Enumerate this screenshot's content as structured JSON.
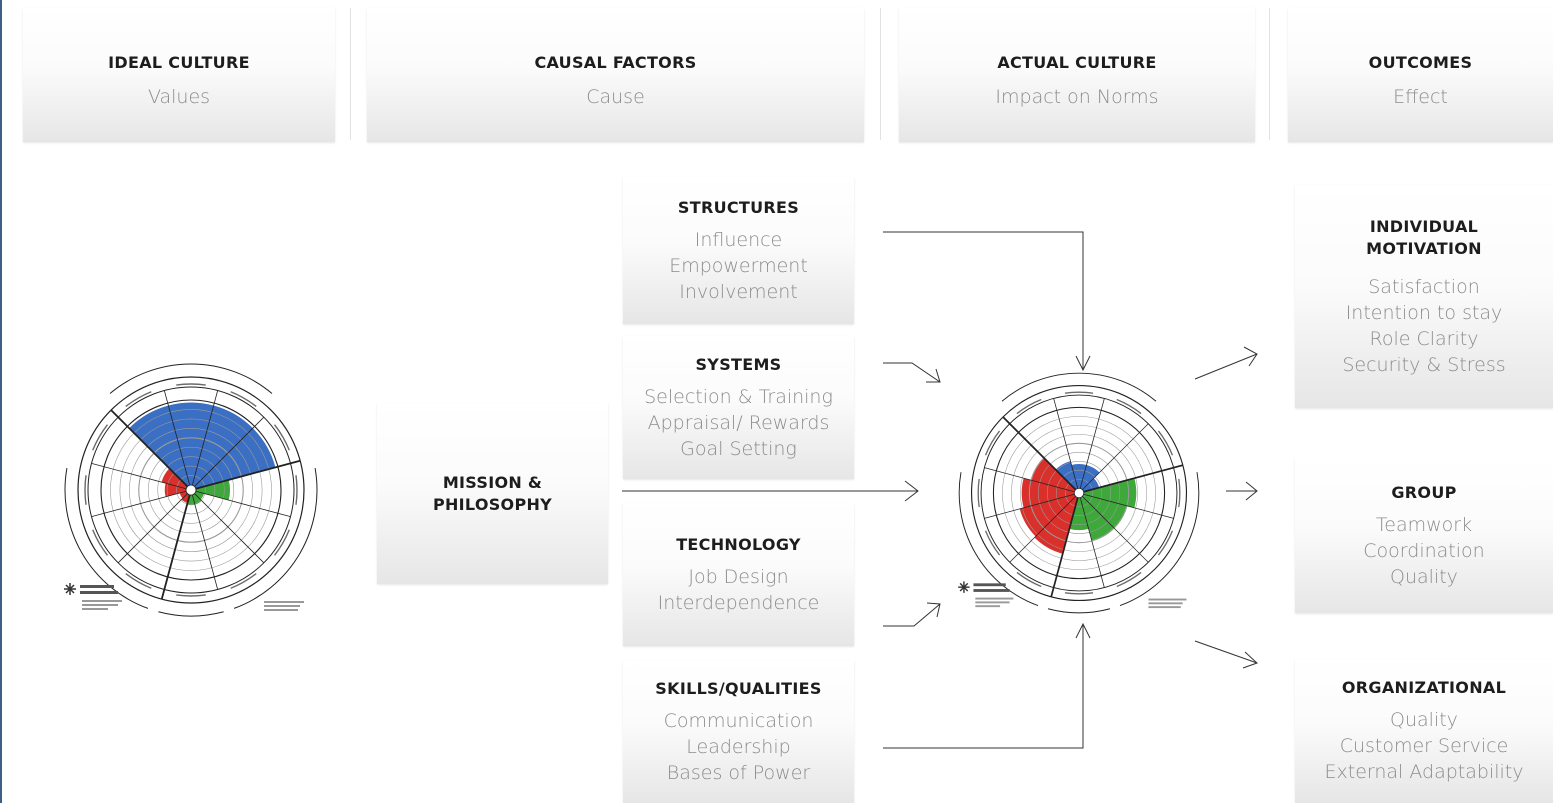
{
  "headers": [
    {
      "title": "IDEAL CULTURE",
      "subtitle": "Values"
    },
    {
      "title": "CAUSAL FACTORS",
      "subtitle": "Cause"
    },
    {
      "title": "ACTUAL CULTURE",
      "subtitle": "Impact on Norms"
    },
    {
      "title": "OUTCOMES",
      "subtitle": "Effect"
    }
  ],
  "mission": {
    "title_line1": "MISSION &",
    "title_line2": "PHILOSOPHY"
  },
  "causal_factors": [
    {
      "title": "STRUCTURES",
      "lines": [
        "Influence",
        "Empowerment",
        "Involvement"
      ]
    },
    {
      "title": "SYSTEMS",
      "lines": [
        "Selection & Training",
        "Appraisal/ Rewards",
        "Goal Setting"
      ]
    },
    {
      "title": "TECHNOLOGY",
      "lines": [
        "Job Design",
        "Interdependence"
      ]
    },
    {
      "title": "SKILLS/QUALITIES",
      "lines": [
        "Communication",
        "Leadership",
        "Bases of Power"
      ]
    }
  ],
  "outcomes": [
    {
      "title_line1": "INDIVIDUAL",
      "title_line2": "MOTIVATION",
      "lines": [
        "Satisfaction",
        "Intention to stay",
        "Role Clarity",
        "Security & Stress"
      ]
    },
    {
      "title_line1": "GROUP",
      "lines": [
        "Teamwork",
        "Coordination",
        "Quality"
      ]
    },
    {
      "title_line1": "ORGANIZATIONAL",
      "lines": [
        "Quality",
        "Customer Service",
        "External Adaptability"
      ]
    }
  ],
  "wheel": {
    "colors": {
      "constructive": "#3a6fc4",
      "aggressive": "#d9302c",
      "passive": "#3fa83a",
      "line": "#222222"
    },
    "segments": 12,
    "ideal_levels": [
      0.97,
      0.97,
      0.97,
      0.4,
      0.1,
      0.12,
      0.12,
      0.1,
      0.08,
      0.25,
      0.3,
      0.97
    ],
    "actual_levels": [
      0.3,
      0.3,
      0.2,
      0.65,
      0.55,
      0.55,
      0.4,
      0.72,
      0.7,
      0.65,
      0.55,
      0.35
    ]
  }
}
